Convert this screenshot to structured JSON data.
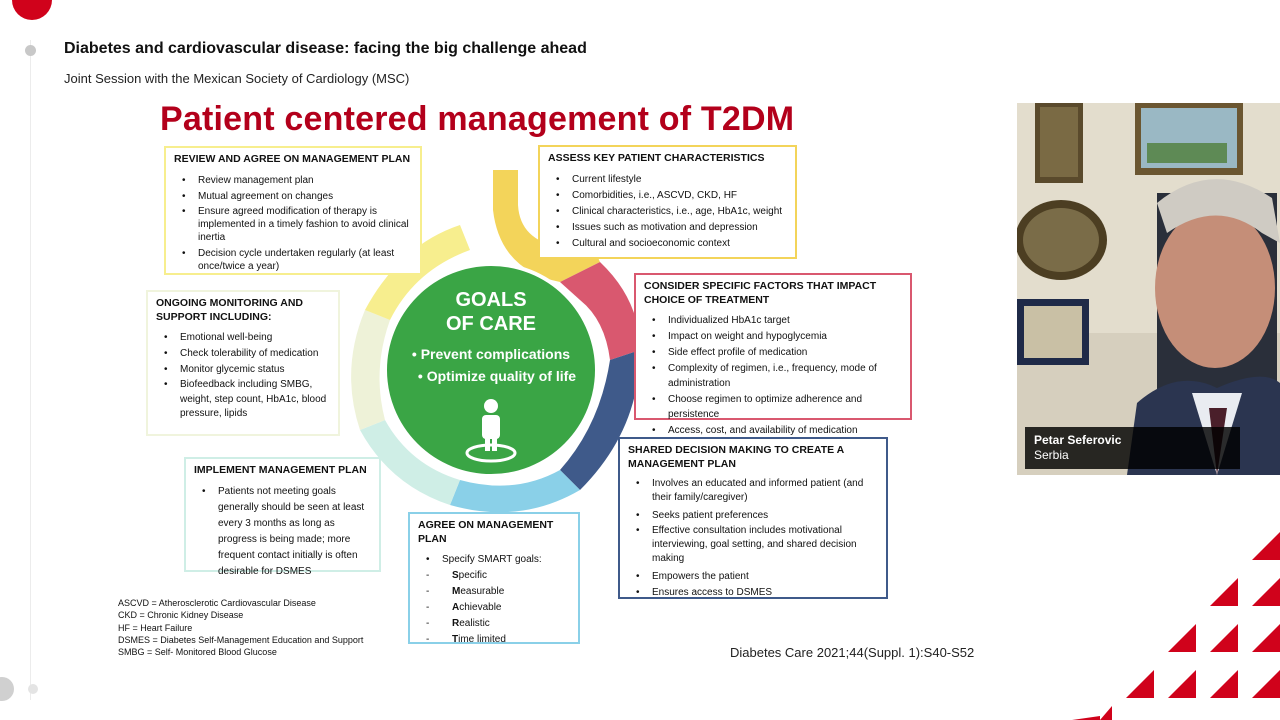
{
  "session": {
    "title": "Diabetes and cardiovascular disease: facing the big challenge ahead",
    "subtitle": "Joint Session with the Mexican Society of Cardiology (MSC)"
  },
  "slide": {
    "title": "Patient centered management of T2DM",
    "center": {
      "line1": "GOALS",
      "line2": "OF CARE",
      "bullet1": "• Prevent complications",
      "bullet2": "• Optimize quality of life"
    },
    "boxes": {
      "review": {
        "title": "REVIEW AND AGREE ON MANAGEMENT PLAN",
        "items": [
          "Review management plan",
          "Mutual agreement on changes",
          "Ensure agreed modification of therapy is implemented in a timely fashion to avoid clinical inertia",
          "Decision cycle undertaken regularly (at least once/twice a year)"
        ]
      },
      "assess": {
        "title": "ASSESS KEY PATIENT CHARACTERISTICS",
        "items": [
          "Current lifestyle",
          "Comorbidities, i.e., ASCVD, CKD, HF",
          "Clinical characteristics, i.e., age, HbA1c, weight",
          "Issues such as motivation and depression",
          "Cultural and socioeconomic context"
        ]
      },
      "consider": {
        "title": "CONSIDER SPECIFIC FACTORS THAT IMPACT CHOICE OF TREATMENT",
        "items": [
          "Individualized HbA1c target",
          "Impact on weight and hypoglycemia",
          "Side effect profile of medication",
          "Complexity of regimen, i.e., frequency, mode of administration",
          "Choose regimen to optimize adherence and persistence",
          "Access, cost, and availability of medication"
        ]
      },
      "shared": {
        "title": "SHARED DECISION MAKING TO CREATE A MANAGEMENT PLAN",
        "items": [
          "Involves an educated and informed patient (and their family/caregiver)",
          "Seeks patient preferences",
          "Effective consultation includes motivational interviewing, goal setting, and shared decision making",
          "Empowers the patient",
          "Ensures access to DSMES"
        ]
      },
      "agree": {
        "title": "AGREE ON MANAGEMENT PLAN",
        "lead": "Specify SMART goals:",
        "goals": [
          {
            "initial": "S",
            "rest": "pecific"
          },
          {
            "initial": "M",
            "rest": "easurable"
          },
          {
            "initial": "A",
            "rest": "chievable"
          },
          {
            "initial": "R",
            "rest": "ealistic"
          },
          {
            "initial": "T",
            "rest": "ime limited"
          }
        ]
      },
      "implement": {
        "title": "IMPLEMENT MANAGEMENT PLAN",
        "items": [
          "Patients not meeting goals generally should be seen at least every 3 months as long as progress is being made; more frequent contact initially is often desirable for DSMES"
        ]
      },
      "monitor": {
        "title": "ONGOING MONITORING AND SUPPORT INCLUDING:",
        "items": [
          "Emotional well-being",
          "Check tolerability of medication",
          "Monitor glycemic status",
          "Biofeedback including SMBG, weight, step count, HbA1c, blood pressure, lipids"
        ]
      }
    },
    "abbreviations": [
      "ASCVD = Atherosclerotic Cardiovascular Disease",
      "CKD = Chronic Kidney Disease",
      "HF = Heart Failure",
      "DSMES = Diabetes Self-Management Education and Support",
      "SMBG = Self- Monitored Blood Glucose"
    ],
    "citation": "Diabetes Care 2021;44(Suppl. 1):S40-S52"
  },
  "speaker": {
    "name": "Petar Seferovic",
    "country": "Serbia"
  },
  "colors": {
    "title_red": "#b3001b",
    "goals_green": "#3aa545",
    "cycle_yellow": "#f3d45a",
    "cycle_red": "#d9586f",
    "cycle_navy": "#3f5a8a",
    "cycle_lightblue": "#8ad0e8",
    "cycle_mint": "#cfeee6",
    "cycle_pale": "#f0f4dd",
    "cycle_paleyellow": "#f7ee8e"
  }
}
